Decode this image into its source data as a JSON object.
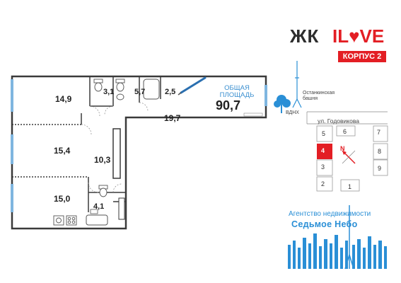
{
  "header": {
    "zhk": "ЖК",
    "brand": "IL♥VE",
    "korpus": "КОРПУС 2"
  },
  "plan": {
    "rooms": {
      "r14_9": "14,9",
      "r3_1": "3,1",
      "r5_7": "5,7",
      "r2_5": "2,5",
      "r19_7": "19,7",
      "r15_4": "15,4",
      "r10_3": "10,3",
      "r15_0": "15,0",
      "r4_1": "4,1"
    },
    "total_label_line1": "ОБЩАЯ",
    "total_label_line2": "ПЛОЩАДЬ",
    "total_value": "90,7"
  },
  "map": {
    "tower_label_line1": "Останкинская",
    "tower_label_line2": "башня",
    "metro": "ВДНХ",
    "street": "ул. Годовикова",
    "compass": "N",
    "sections": [
      "5",
      "6",
      "7",
      "4",
      "8",
      "3",
      "9",
      "2",
      "1"
    ],
    "highlighted_section": "4"
  },
  "agency": {
    "line1": "Агентство недвижимости",
    "line2": "Седьмое Небо"
  },
  "colors": {
    "accent_red": "#e31e24",
    "accent_blue": "#2a8fd6",
    "wall": "#3a3a3a",
    "window": "#7fb6e0"
  }
}
